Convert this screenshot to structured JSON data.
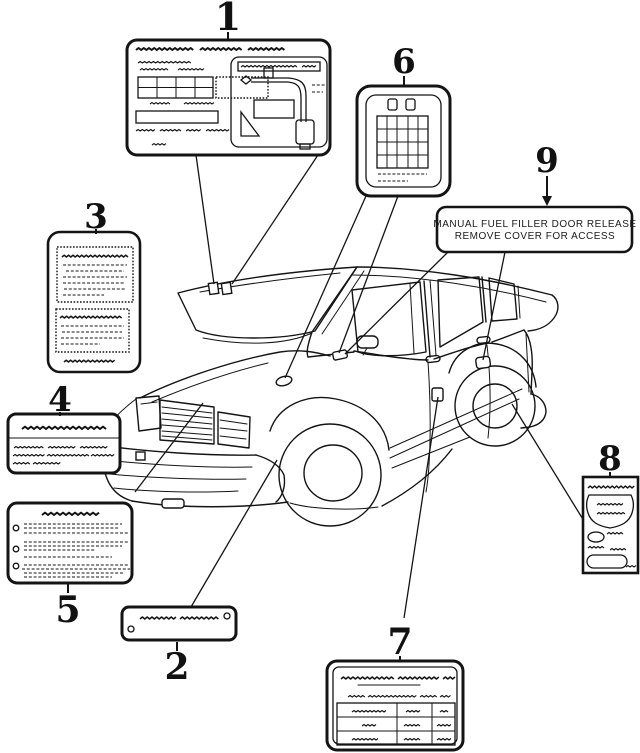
{
  "palette": {
    "ink": "#141414",
    "paper": "#ffffff"
  },
  "fuel_release_label": {
    "line1": "MANUAL FUEL FILLER DOOR RELEASE",
    "line2": "REMOVE COVER FOR ACCESS"
  },
  "callouts": [
    {
      "number": "1",
      "name": "emission-vacuum-routing-label"
    },
    {
      "number": "2",
      "name": "front-strip-label"
    },
    {
      "number": "3",
      "name": "two-panel-text-label"
    },
    {
      "number": "4",
      "name": "notice-text-label"
    },
    {
      "number": "5",
      "name": "bulleted-instruction-label"
    },
    {
      "number": "6",
      "name": "grid-diagram-label"
    },
    {
      "number": "7",
      "name": "pressure-table-label"
    },
    {
      "number": "8",
      "name": "shield-warning-label"
    },
    {
      "number": "9",
      "name": "fuel-filler-release-label"
    }
  ]
}
